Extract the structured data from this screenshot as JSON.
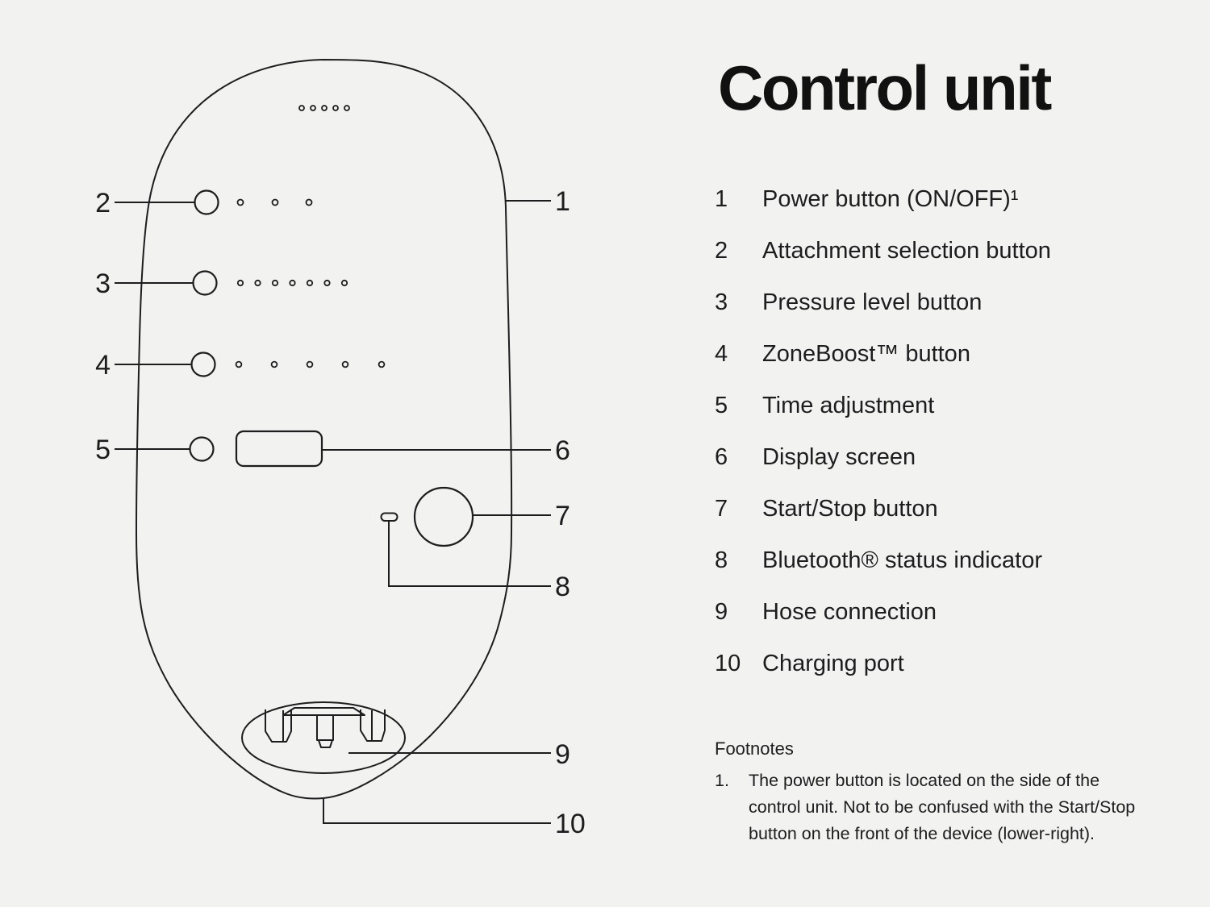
{
  "page": {
    "background": "#f2f2f0",
    "ink": "#1d1d1f"
  },
  "title": "Control unit",
  "legend": {
    "items": [
      {
        "num": "1",
        "label": "Power button (ON/OFF)¹"
      },
      {
        "num": "2",
        "label": "Attachment selection button"
      },
      {
        "num": "3",
        "label": "Pressure level button"
      },
      {
        "num": "4",
        "label": "ZoneBoost™ button"
      },
      {
        "num": "5",
        "label": "Time adjustment"
      },
      {
        "num": "6",
        "label": "Display screen"
      },
      {
        "num": "7",
        "label": "Start/Stop button"
      },
      {
        "num": "8",
        "label": "Bluetooth® status indicator"
      },
      {
        "num": "9",
        "label": "Hose connection"
      },
      {
        "num": "10",
        "label": "Charging port"
      }
    ]
  },
  "footnotes": {
    "heading": "Footnotes",
    "items": [
      {
        "marker": "1.",
        "lines": [
          "The power button is located on the side of the",
          "control unit. Not to be confused with the Start/Stop",
          "button on the front of the device (lower-right)."
        ]
      }
    ]
  },
  "diagram": {
    "callouts": {
      "c1": "1",
      "c2": "2",
      "c3": "3",
      "c4": "4",
      "c5": "5",
      "c6": "6",
      "c7": "7",
      "c8": "8",
      "c9": "9",
      "c10": "10"
    }
  }
}
